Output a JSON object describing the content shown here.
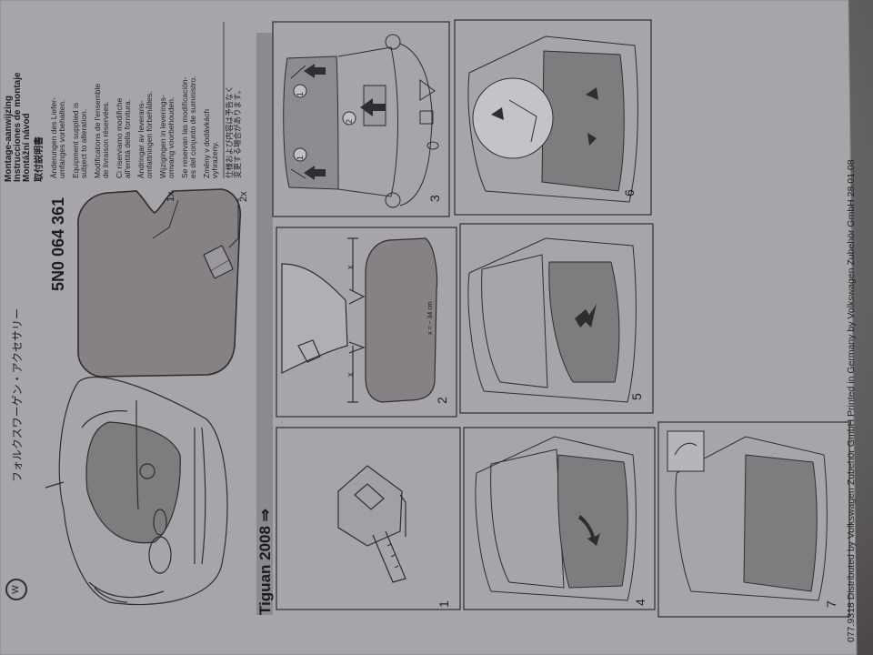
{
  "header": {
    "japanese_title": "フォルクスワーゲン・アクセサリー",
    "model_title": "Tiguan 2008 ⇒"
  },
  "part": {
    "number": "5N0 064 361",
    "qty_shade": "1x",
    "qty_clip": "2x"
  },
  "languages": {
    "lines": [
      "Montage-aanwijzing",
      "Instrucciones de montaje",
      "Montážní návod",
      "取付説明書"
    ]
  },
  "disclaimer": {
    "lines": [
      "Änderungen des Liefer-",
      "umfanges vorbehalten.",
      "Equipment supplied is",
      "subject to alteration.",
      "Modifications de l'ensemble",
      "de livraison réservées.",
      "Ci riserviamo modifiche",
      "all'entità della fornitura.",
      "Ändringar av leverans-",
      "omfattningen förbehålles.",
      "Wijzigingen in leverings-",
      "omvang voorbehouden.",
      "Se reservan las modificación-",
      "es del conjunto de suministro.",
      "Změny v dodávkách",
      "vyhrazeny.",
      "仕様および内容は予告なく",
      "変更する場合があります。"
    ]
  },
  "steps": {
    "s1": "1",
    "s2": "2",
    "s3": "3",
    "s4": "4",
    "s5": "5",
    "s6": "6",
    "s7": "7"
  },
  "measurement": {
    "x_label": "x",
    "formula": "x = ~ 34 cm"
  },
  "callouts": {
    "one_a": "1",
    "one_b": "1",
    "two": "2"
  },
  "footer": {
    "distribution": "077.9318 Distributed by Volkswagen Zubehör GmbH   Printed in Germany by Volkswagen Zubehör GmbH   28.01.08"
  },
  "colors": {
    "paper": "#a9a6ab",
    "line": "#2f2d30",
    "shade": "#7d7a7d",
    "banner": "#8f8c91"
  }
}
